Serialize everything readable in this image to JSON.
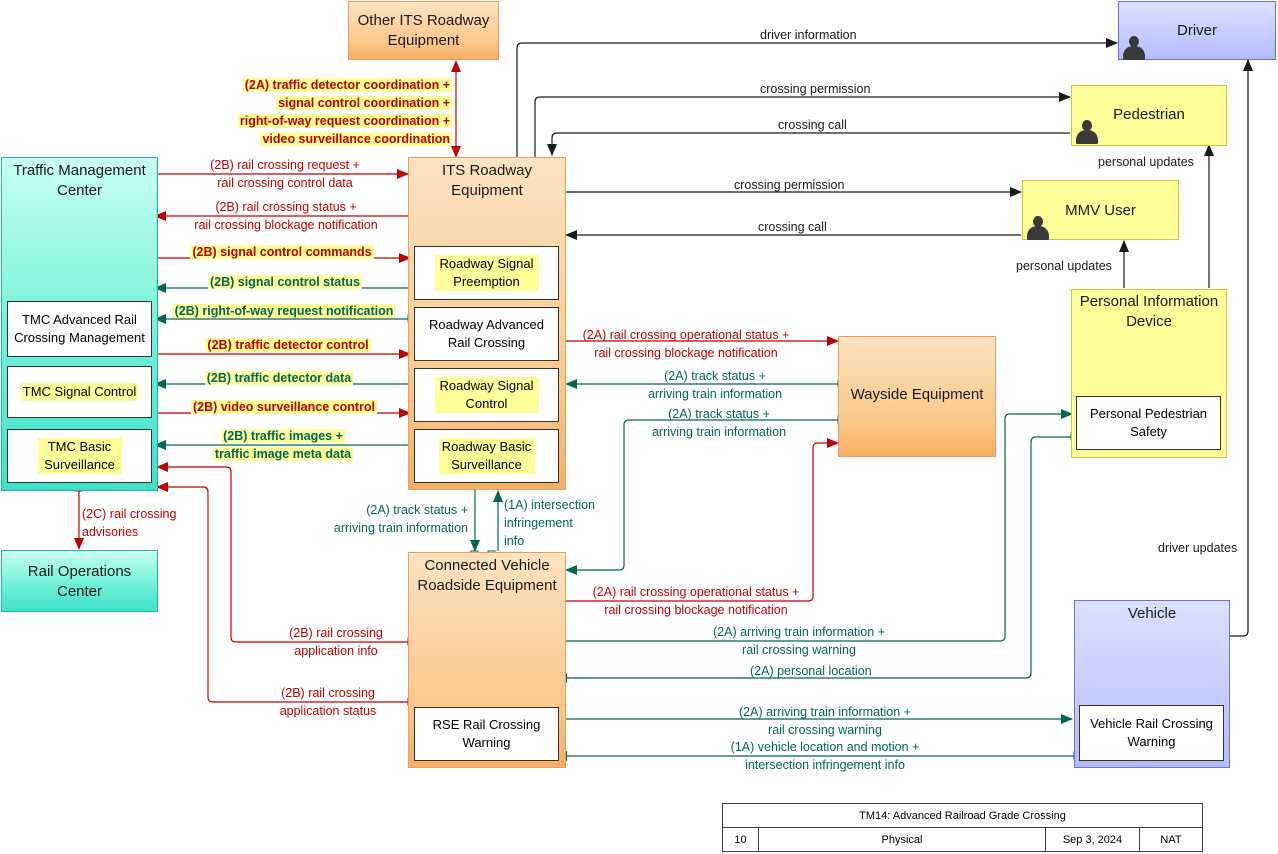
{
  "elements": {
    "other_its": "Other ITS Roadway Equipment",
    "driver": "Driver",
    "pedestrian": "Pedestrian",
    "mmv_user": "MMV User",
    "tmc": "Traffic Management Center",
    "its_roadway": "ITS Roadway Equipment",
    "wayside": "Wayside Equipment",
    "pid": "Personal Information Device",
    "roc": "Rail Operations Center",
    "cvre": "Connected Vehicle Roadside Equipment",
    "vehicle": "Vehicle"
  },
  "subelements": {
    "tmc_adv_rail": "TMC Advanced Rail Crossing Management",
    "tmc_signal": "TMC Signal Control",
    "tmc_surv": "TMC Basic Surveillance",
    "rd_preempt": "Roadway Signal Preemption",
    "rd_adv_rail": "Roadway Advanced Rail Crossing",
    "rd_signal": "Roadway Signal Control",
    "rd_surv": "Roadway Basic Surveillance",
    "pps": "Personal Pedestrian Safety",
    "rse_warn": "RSE Rail Crossing Warning",
    "vrcw": "Vehicle Rail Crossing Warning"
  },
  "flows": {
    "f_2a_coord_1": "(2A) traffic detector coordination +",
    "f_2a_coord_2": "signal control coordination +",
    "f_2a_coord_3": "right-of-way request coordination +",
    "f_2a_coord_4": "video surveillance coordination",
    "driver_info": "driver information",
    "cross_perm_ped": "crossing permission",
    "cross_call_ped": "crossing call",
    "personal_updates_ped": "personal updates",
    "cross_perm_mmv": "crossing permission",
    "cross_call_mmv": "crossing call",
    "personal_updates_mmv": "personal updates",
    "driver_updates": "driver updates",
    "f_req_1": "(2B) rail crossing request +",
    "f_req_2": "rail crossing control data",
    "f_status_1": "(2B) rail crossing status +",
    "f_status_2": "rail crossing blockage notification",
    "f_sig_cmd": "(2B) signal control commands",
    "f_sig_status": "(2B) signal control status",
    "f_row": "(2B) right-of-way request notification",
    "f_tdc": "(2B) traffic detector control",
    "f_tdd": "(2B) traffic detector data",
    "f_vsc": "(2B) video surveillance control",
    "f_img_1": "(2B) traffic images +",
    "f_img_2": "traffic image meta data",
    "f_op_1": "(2A) rail crossing operational status +",
    "f_op_2": "rail crossing blockage notification",
    "f_track1_1": "(2A) track status +",
    "f_track1_2": "arriving train information",
    "f_track2_1": "(2A) track status +",
    "f_track2_2": "arriving train information",
    "f_track3_1": "(2A) track status +",
    "f_track3_2": "arriving train information",
    "f_inf_1": "(1A) intersection",
    "f_inf_2": "infringement",
    "f_inf_3": "info",
    "f_adv_1": "(2C) rail crossing",
    "f_adv_2": "advisories",
    "f_op2_1": "(2A) rail crossing operational status +",
    "f_op2_2": "rail crossing blockage notification",
    "f_app_1": "(2B) rail crossing",
    "f_app_2": "application info",
    "f_apps_1": "(2B) rail crossing",
    "f_apps_2": "application status",
    "f_atiw1_1": "(2A) arriving train information +",
    "f_atiw1_2": "rail crossing warning",
    "f_ploc": "(2A) personal location",
    "f_atiw2_1": "(2A) arriving train information +",
    "f_atiw2_2": "rail crossing warning",
    "f_vlm_1": "(1A) vehicle location and motion +",
    "f_vlm_2": "intersection infringement info"
  },
  "title_block": {
    "title": "TM14: Advanced Railroad Grade Crossing",
    "number": "10",
    "view": "Physical",
    "date": "Sep 3, 2024",
    "org": "NAT"
  },
  "colors": {
    "red": "#c00000",
    "green": "#006655",
    "black": "#1a1a1a"
  }
}
